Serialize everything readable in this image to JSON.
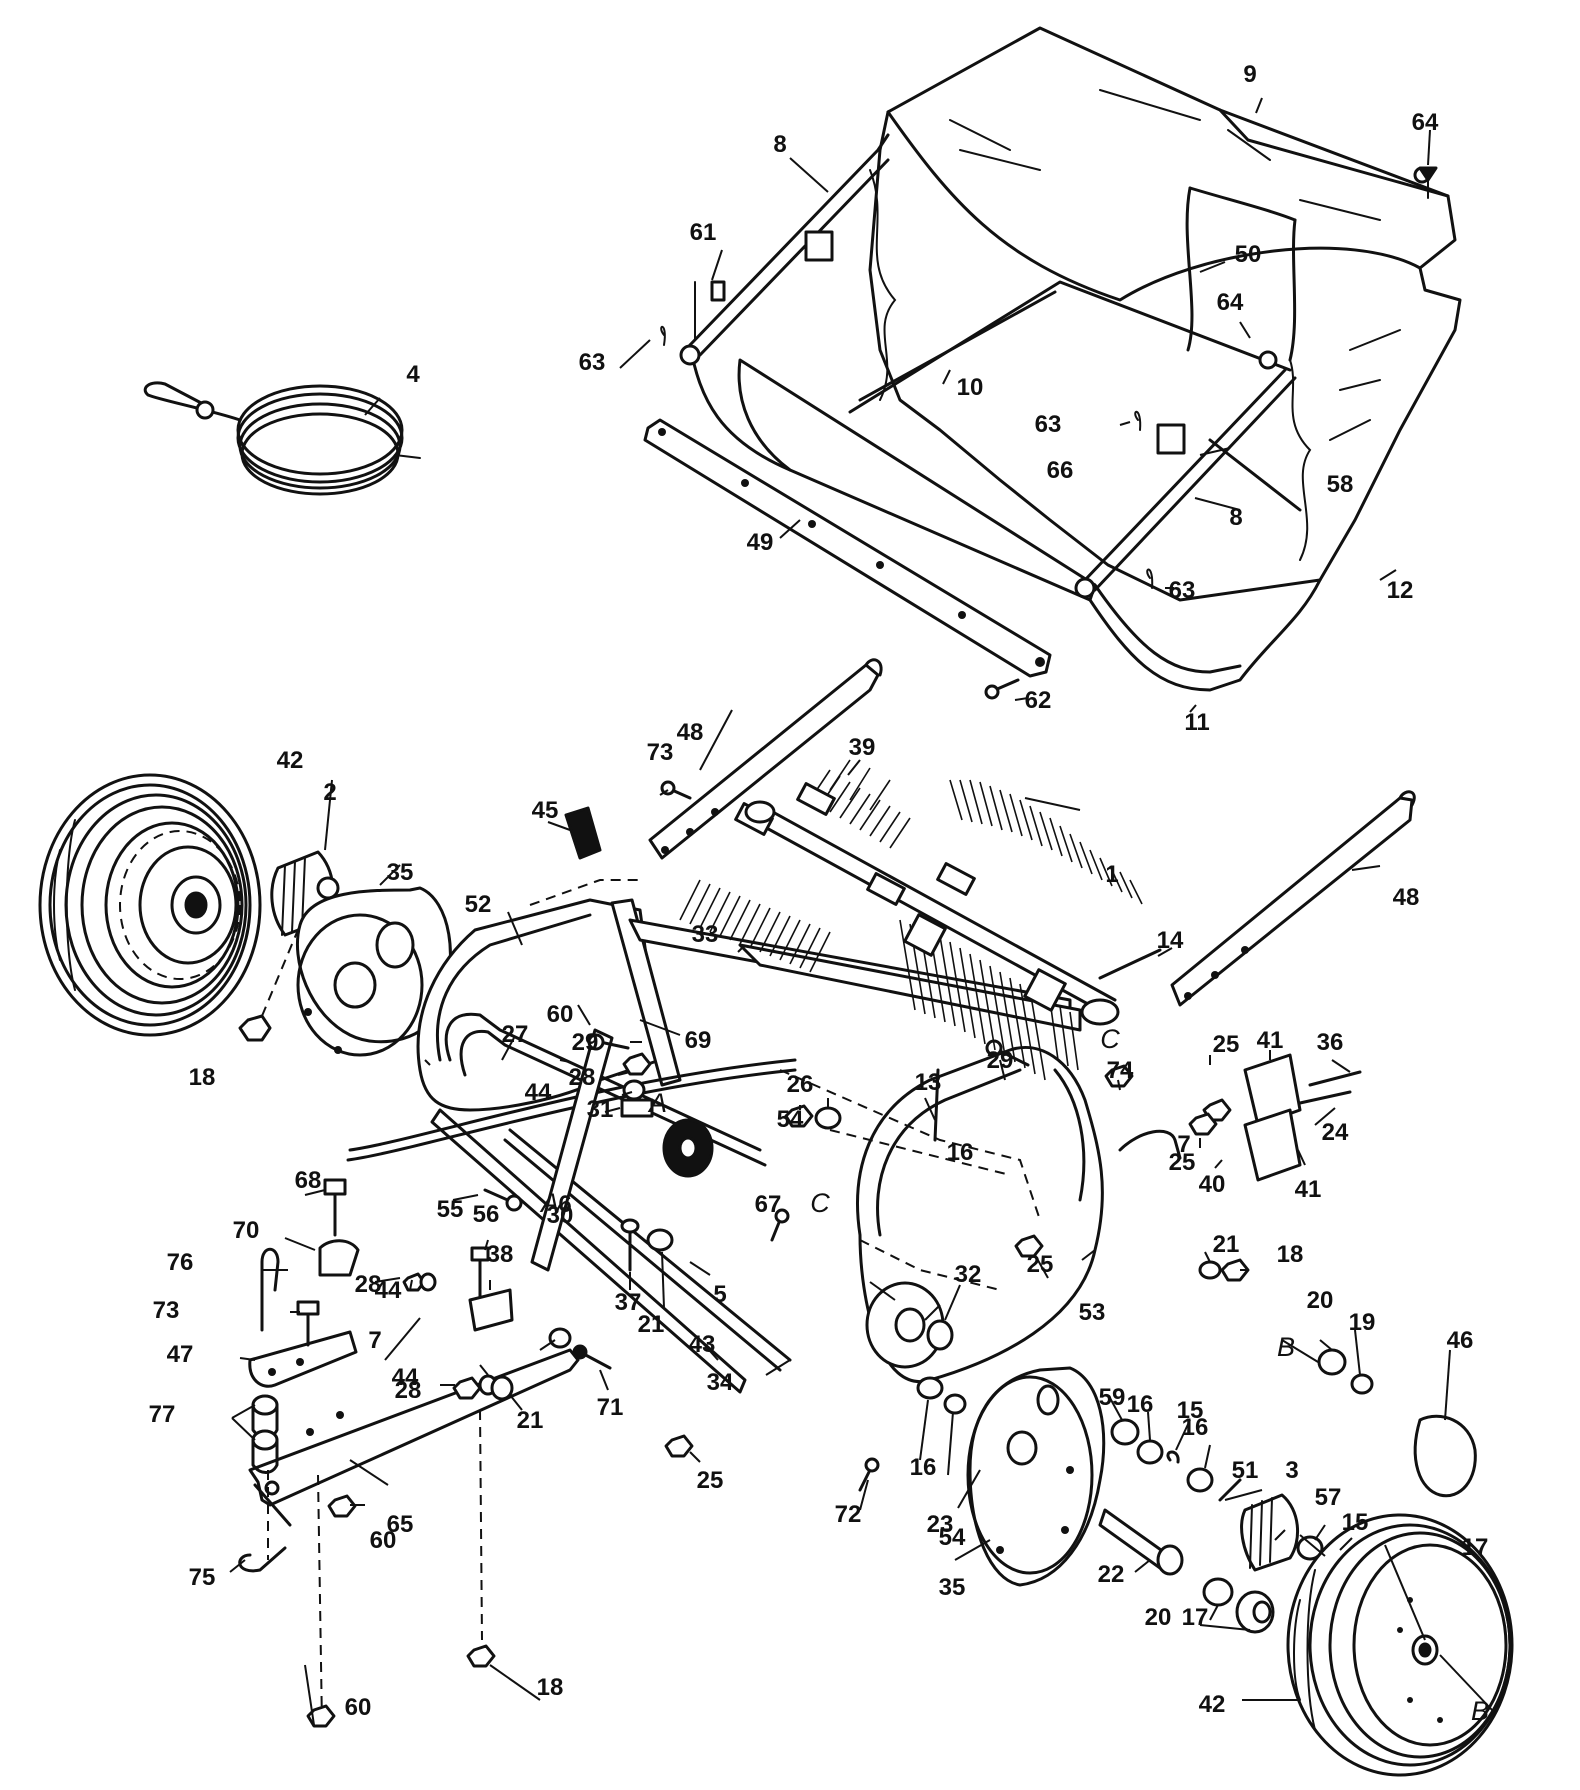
{
  "parts": [
    {
      "n": "1"
    },
    {
      "n": "2"
    },
    {
      "n": "3"
    },
    {
      "n": "4"
    },
    {
      "n": "5"
    },
    {
      "n": "6"
    },
    {
      "n": "7"
    },
    {
      "n": "7"
    },
    {
      "n": "8"
    },
    {
      "n": "8"
    },
    {
      "n": "9"
    },
    {
      "n": "10"
    },
    {
      "n": "11"
    },
    {
      "n": "12"
    },
    {
      "n": "13"
    },
    {
      "n": "14"
    },
    {
      "n": "15"
    },
    {
      "n": "15"
    },
    {
      "n": "16"
    },
    {
      "n": "16"
    },
    {
      "n": "16"
    },
    {
      "n": "16"
    },
    {
      "n": "17"
    },
    {
      "n": "17"
    },
    {
      "n": "18"
    },
    {
      "n": "18"
    },
    {
      "n": "18"
    },
    {
      "n": "19"
    },
    {
      "n": "20"
    },
    {
      "n": "20"
    },
    {
      "n": "21"
    },
    {
      "n": "21"
    },
    {
      "n": "21"
    },
    {
      "n": "22"
    },
    {
      "n": "23"
    },
    {
      "n": "24"
    },
    {
      "n": "25"
    },
    {
      "n": "25"
    },
    {
      "n": "25"
    },
    {
      "n": "25"
    },
    {
      "n": "26"
    },
    {
      "n": "27"
    },
    {
      "n": "28"
    },
    {
      "n": "28"
    },
    {
      "n": "28"
    },
    {
      "n": "29"
    },
    {
      "n": "29"
    },
    {
      "n": "30"
    },
    {
      "n": "31"
    },
    {
      "n": "32"
    },
    {
      "n": "33"
    },
    {
      "n": "34"
    },
    {
      "n": "35"
    },
    {
      "n": "35"
    },
    {
      "n": "36"
    },
    {
      "n": "37"
    },
    {
      "n": "38"
    },
    {
      "n": "39"
    },
    {
      "n": "40"
    },
    {
      "n": "41"
    },
    {
      "n": "41"
    },
    {
      "n": "42"
    },
    {
      "n": "42"
    },
    {
      "n": "43"
    },
    {
      "n": "44"
    },
    {
      "n": "44"
    },
    {
      "n": "44"
    },
    {
      "n": "45"
    },
    {
      "n": "46"
    },
    {
      "n": "47"
    },
    {
      "n": "48"
    },
    {
      "n": "48"
    },
    {
      "n": "49"
    },
    {
      "n": "50"
    },
    {
      "n": "51"
    },
    {
      "n": "52"
    },
    {
      "n": "53"
    },
    {
      "n": "54"
    },
    {
      "n": "54"
    },
    {
      "n": "55"
    },
    {
      "n": "56"
    },
    {
      "n": "57"
    },
    {
      "n": "58"
    },
    {
      "n": "59"
    },
    {
      "n": "60"
    },
    {
      "n": "60"
    },
    {
      "n": "60"
    },
    {
      "n": "61"
    },
    {
      "n": "62"
    },
    {
      "n": "63"
    },
    {
      "n": "63"
    },
    {
      "n": "63"
    },
    {
      "n": "64"
    },
    {
      "n": "64"
    },
    {
      "n": "65"
    },
    {
      "n": "66"
    },
    {
      "n": "67"
    },
    {
      "n": "68"
    },
    {
      "n": "69"
    },
    {
      "n": "70"
    },
    {
      "n": "71"
    },
    {
      "n": "72"
    },
    {
      "n": "73"
    },
    {
      "n": "73"
    },
    {
      "n": "74"
    },
    {
      "n": "75"
    },
    {
      "n": "76"
    },
    {
      "n": "77"
    }
  ],
  "refs": [
    "A",
    "A",
    "B",
    "B",
    "C",
    "C"
  ]
}
